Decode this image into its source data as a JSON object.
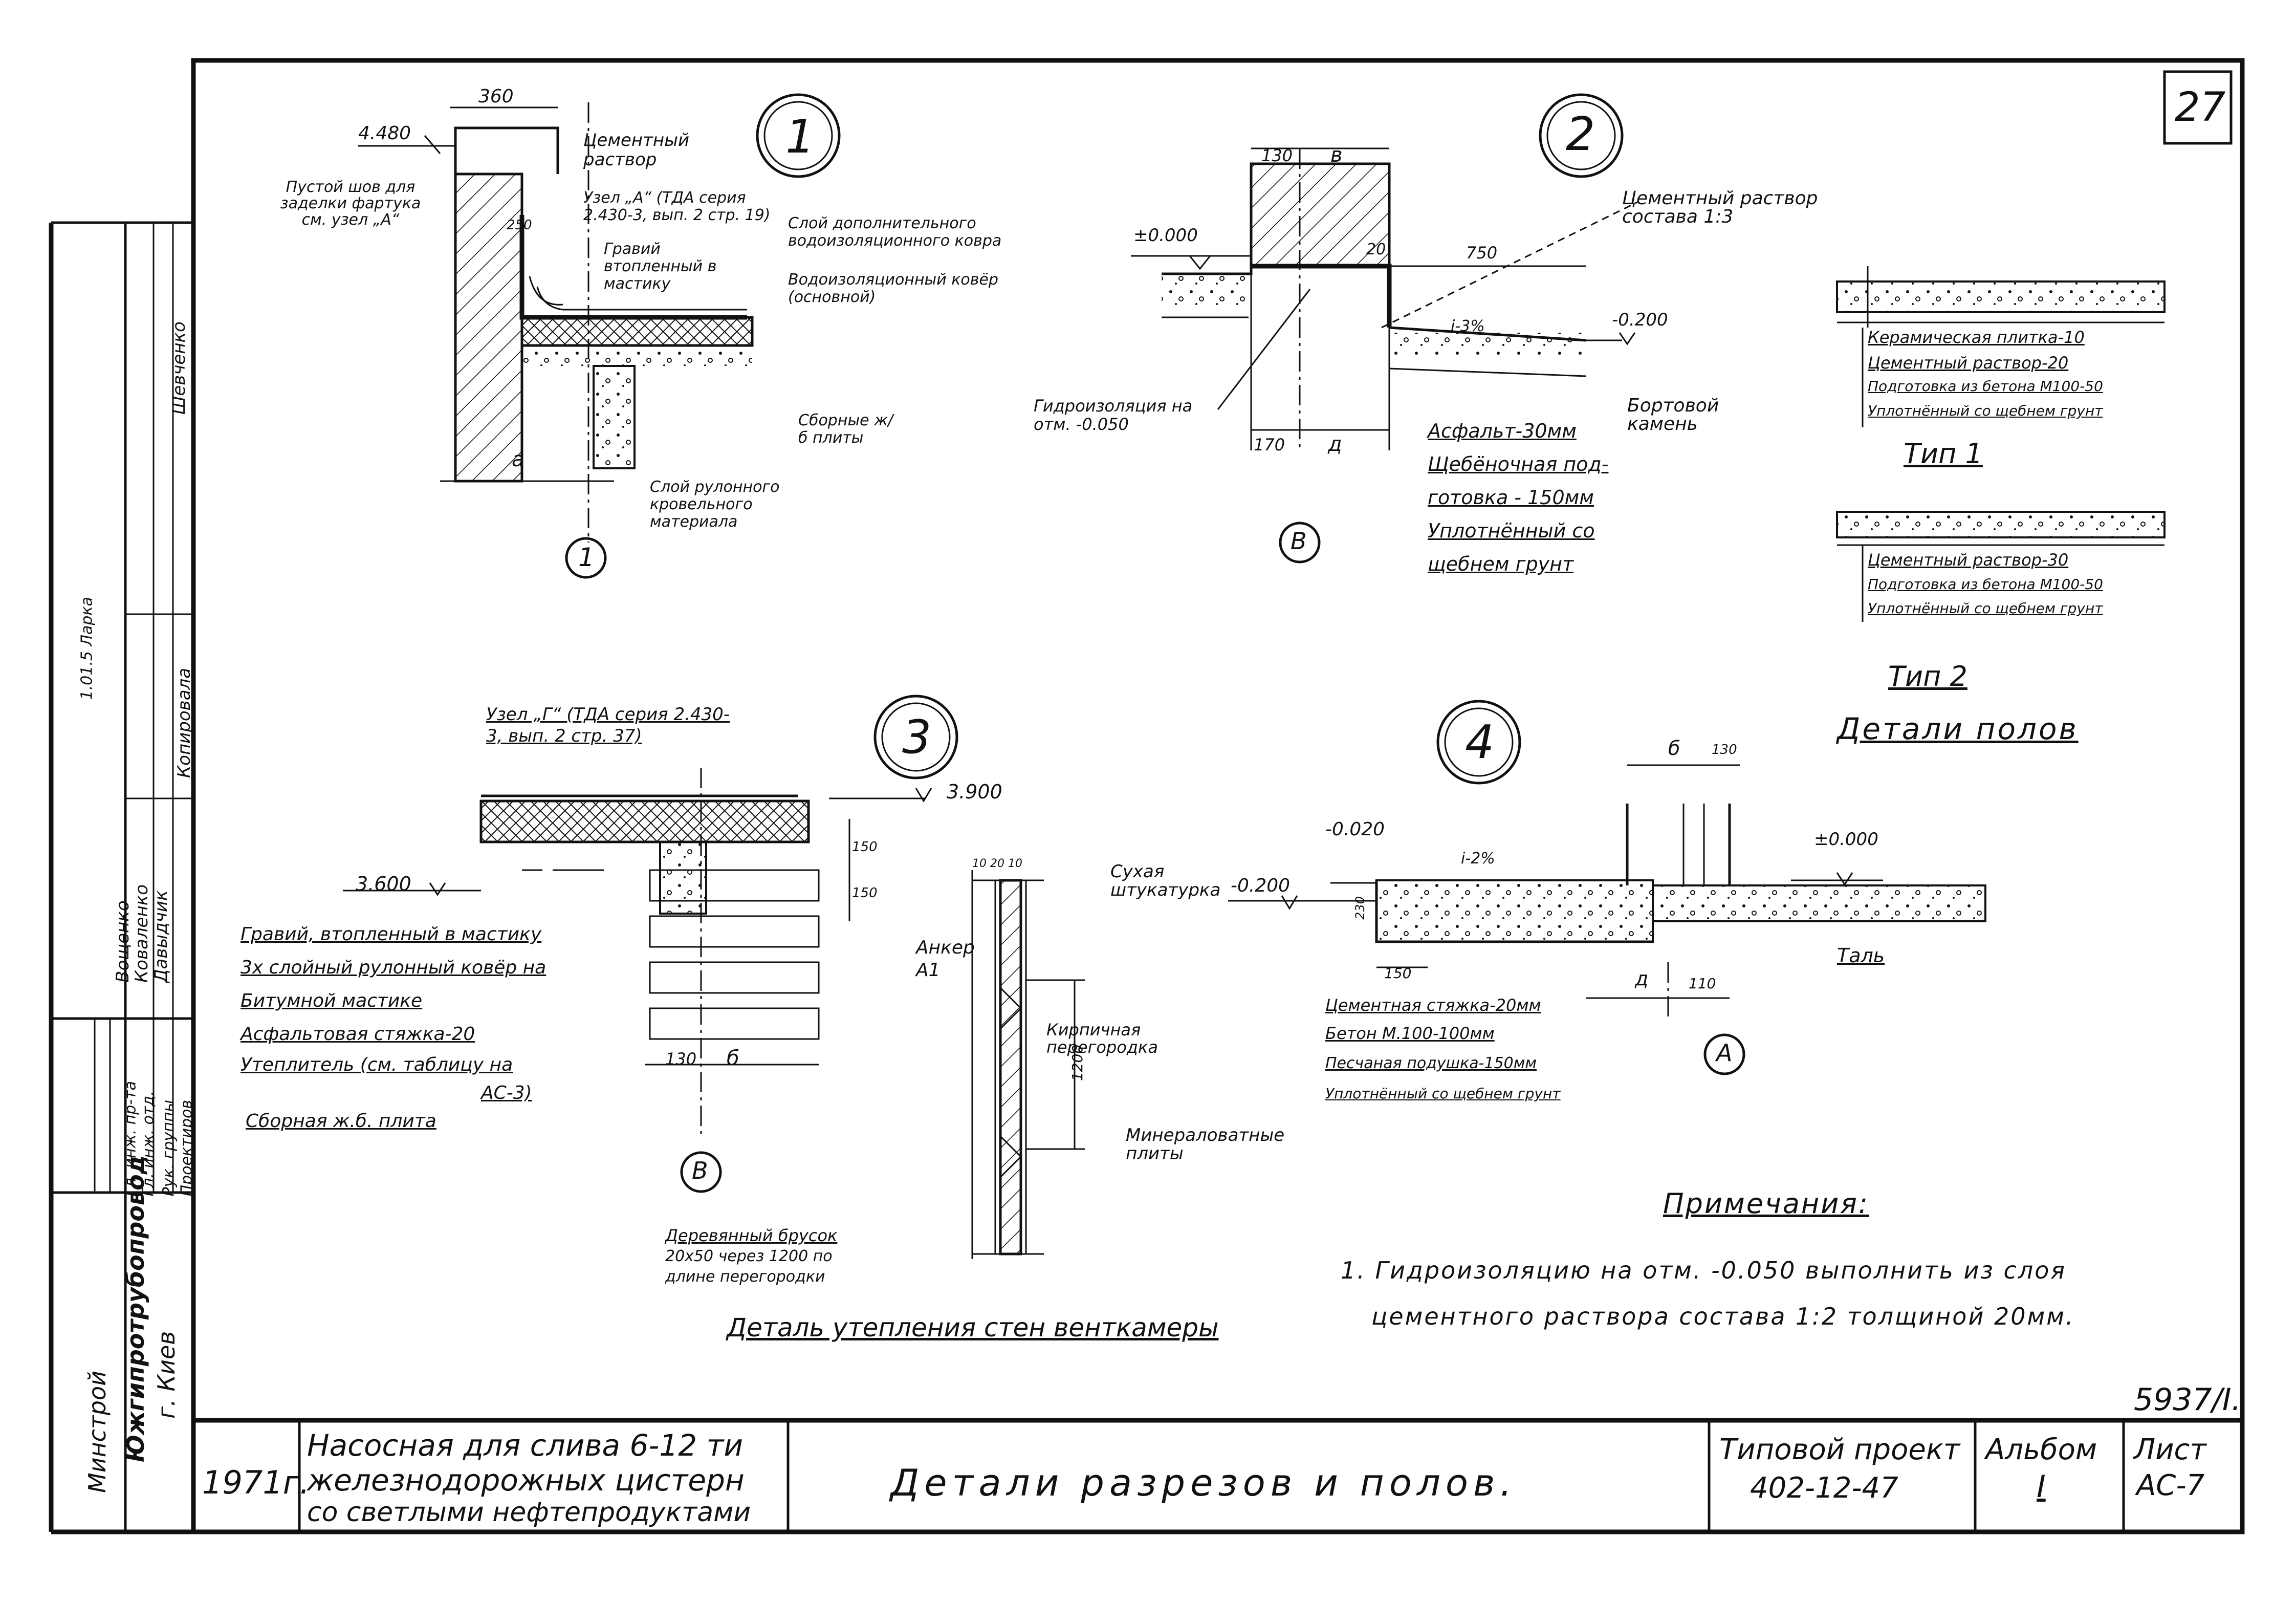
{
  "sheet": {
    "page_number": "27",
    "inventory_number": "5937/I.",
    "side_stamp": {
      "org": [
        "Минстрой",
        "Южгипротрубопровод",
        "г. Киев"
      ],
      "roles": [
        "Гл. инж. пр-та",
        "Гл. инж. отд.",
        "Рук. группы",
        "Проектиров"
      ],
      "names": [
        "Вощенко",
        "Коваленко",
        "Давыдчик",
        "Шевченко"
      ],
      "extra": [
        "Копировала",
        "1.01.5 Ларка"
      ]
    },
    "title_block": {
      "year": "1971г.",
      "object": [
        "Насосная для слива 6-12 ти",
        "железнодорожных цистерн",
        "со светлыми нефтепродуктами"
      ],
      "sheet_title": "Детали разрезов и полов.",
      "project_label": "Типовой проект",
      "project_number": "402-12-47",
      "album_label": "Альбом",
      "album_value": "I",
      "list_label": "Лист",
      "list_value": "АС-7"
    }
  },
  "detail1": {
    "number": "1",
    "dim_top": "360",
    "elev": "4.480",
    "labels": [
      "Цементный раствор",
      "Пустой шов для заделки фартука см. узел „А“",
      "Узел „А“ (ТДА серия 2.430-3, вып. 2 стр. 19)",
      "Гравий втопленный в мастику",
      "Слой дополнительного водоизоляционного ковра",
      "Водоизоляционный ковёр (основной)",
      "Сборные ж/б плиты",
      "Слой рулонного кровельного материала"
    ],
    "dim_a": "а",
    "dim_250": "250",
    "axis": "1"
  },
  "detail2": {
    "number": "2",
    "dim_130": "130",
    "dim_b": "в",
    "dim_20": "20",
    "dim_750": "750",
    "slope": "i-3%",
    "elev_top": "±0.000",
    "elev_low": "-0.200",
    "label_mortar": "Цементный раствор состава 1:3",
    "label_hydro": "Гидроизоляция на отм. -0.050",
    "label_curb": "Бортовой камень",
    "layers": [
      "Асфальт-30мм",
      "Щебёночная под-",
      "готовка - 150мм",
      "Уплотнённый со",
      "щебнем грунт"
    ],
    "dim_170": "170",
    "dim_d": "д",
    "axis": "В"
  },
  "floors": {
    "type1": {
      "label": "Тип 1",
      "layers": [
        "Керамическая плитка-10",
        "Цементный раствор-20",
        "Подготовка из бетона М100-50",
        "Уплотнённый со щебнем грунт"
      ]
    },
    "type2": {
      "label": "Тип 2",
      "layers": [
        "Цементный раствор-30",
        "Подготовка из бетона М100-50",
        "Уплотнённый со щебнем грунт"
      ]
    },
    "title": "Детали полов"
  },
  "detail3": {
    "number": "3",
    "node": "Узел „Г“ (ТДА серия 2.430-3, вып. 2 стр. 37)",
    "elev_top": "3.900",
    "elev_low": "3.600",
    "dim_150a": "150",
    "dim_150b": "150",
    "dim_130": "130",
    "dim_b": "б",
    "anchor": "Анкер А1",
    "layers": [
      "Гравий, втопленный в мастику",
      "3х слойный рулонный ковёр на",
      "Битумной мастике",
      "Асфальтовая стяжка-20",
      "Утеплитель (см. таблицу на",
      "АС-3)",
      "Сборная ж.б. плита"
    ],
    "axis": "В"
  },
  "wall_detail": {
    "dims": "10 20 10",
    "dim_1200": "1200",
    "label_plaster": "Сухая штукатурка",
    "label_partition": "Кирпичная перегородка",
    "label_mineral": "Минераловатные плиты",
    "label_bar": [
      "Деревянный брусок",
      "20х50 через 1200 по",
      "длине перегородки"
    ],
    "title": "Деталь утепления стен венткамеры"
  },
  "detail4": {
    "number": "4",
    "dim_b": "б",
    "dim_130": "130",
    "elev_a": "-0.020",
    "elev_b": "-0.200",
    "elev_c": "±0.000",
    "slope": "i-2%",
    "dim_230": "230",
    "dim_150": "150",
    "dim_d": "д",
    "dim_110": "110",
    "label_tal": "Таль",
    "layers": [
      "Цементная стяжка-20мм",
      "Бетон М.100-100мм",
      "Песчаная подушка-150мм",
      "Уплотнённый со щебнем грунт"
    ],
    "axis": "А"
  },
  "notes": {
    "title": "Примечания:",
    "lines": [
      "1. Гидроизоляцию на отм. -0.050 выполнить из слоя",
      "цементного раствора состава 1:2 толщиной 20мм."
    ]
  }
}
